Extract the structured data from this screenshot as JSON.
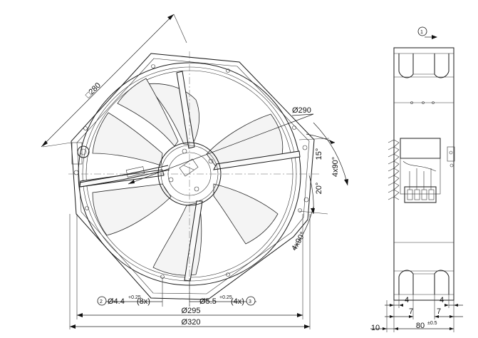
{
  "front_view": {
    "square_label": "□280",
    "dia_290": "Ø290",
    "angle_15": "15°",
    "angle_20": "20°",
    "angle_4x90_a": "4x90°",
    "angle_4x90_b": "4x90°",
    "hole_a_ref": "2",
    "hole_a_main": "Ø4.4",
    "hole_a_tol": "+0.25",
    "hole_a_qty": "(8x)",
    "hole_b_main": "Ø5.5",
    "hole_b_tol": "+0.25",
    "hole_b_qty": "(4x)",
    "hole_b_ref": "3",
    "dia_295": "Ø295",
    "dia_320": "Ø320"
  },
  "side_view": {
    "flow_ref": "1",
    "dim_4_left": "4",
    "dim_4_right": "4",
    "dim_7_left": "7",
    "dim_7_right": "7",
    "dim_10": "10",
    "dim_80_main": "80",
    "dim_80_tol": "±0.5"
  }
}
